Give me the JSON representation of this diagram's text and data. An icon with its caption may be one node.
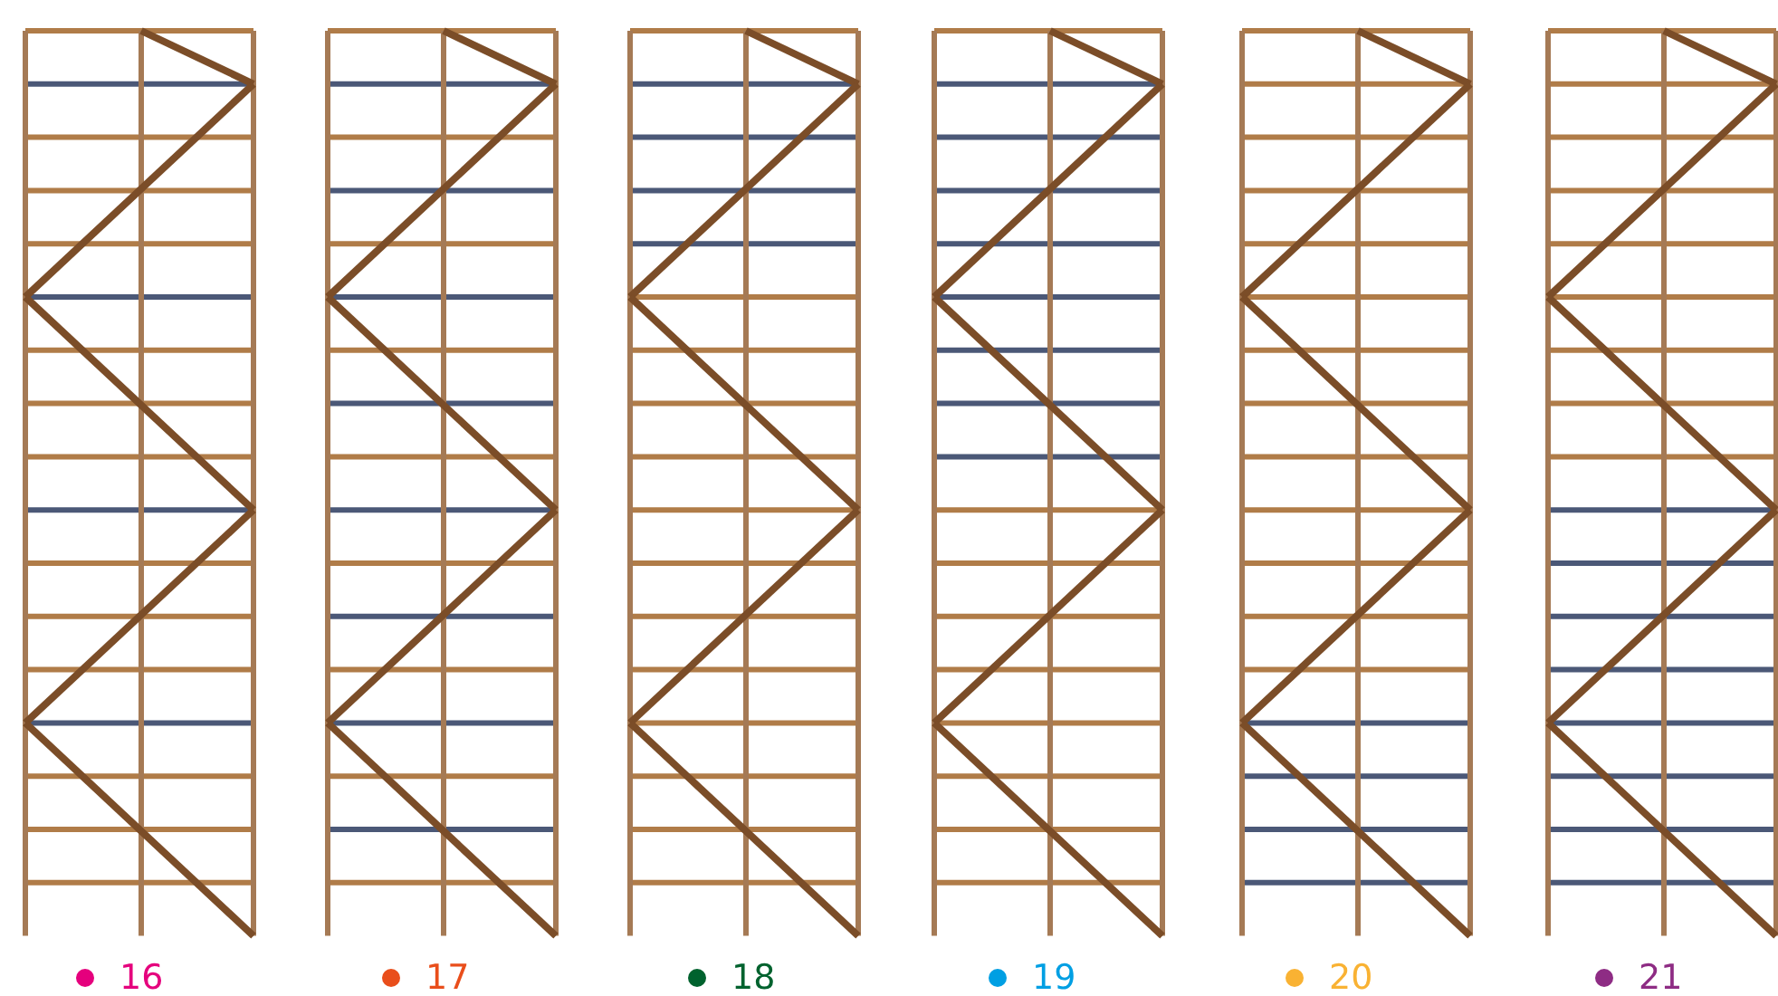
{
  "diagram": {
    "legend": [
      {
        "text": "16",
        "color": "#e5007d"
      },
      {
        "text": "17",
        "color": "#e94e1b"
      },
      {
        "text": "18",
        "color": "#00622e"
      },
      {
        "text": "19",
        "color": "#009fe3"
      },
      {
        "text": "20",
        "color": "#f9b233"
      },
      {
        "text": "21",
        "color": "#8e2c84"
      }
    ]
  }
}
